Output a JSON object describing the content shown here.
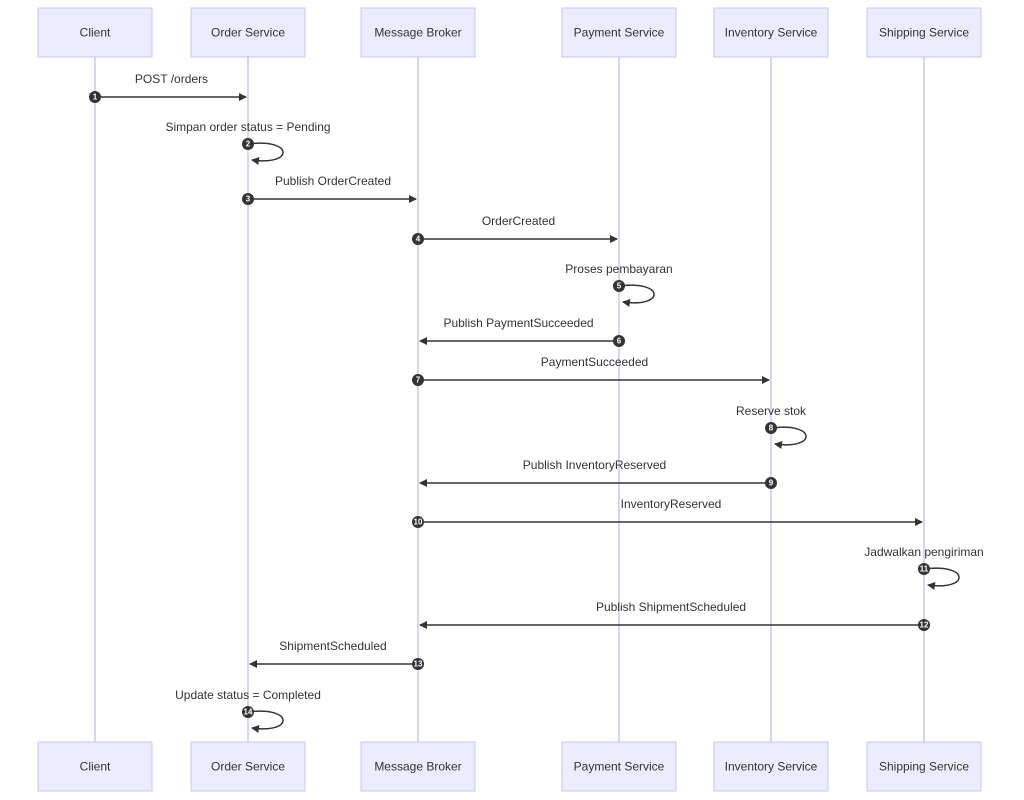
{
  "participants": [
    {
      "id": "client",
      "label": "Client"
    },
    {
      "id": "order",
      "label": "Order Service"
    },
    {
      "id": "broker",
      "label": "Message Broker"
    },
    {
      "id": "payment",
      "label": "Payment Service"
    },
    {
      "id": "inventory",
      "label": "Inventory Service"
    },
    {
      "id": "shipping",
      "label": "Shipping Service"
    }
  ],
  "messages": [
    {
      "n": "1",
      "from": "client",
      "to": "order",
      "label": "POST /orders"
    },
    {
      "n": "2",
      "from": "order",
      "to": "order",
      "label": "Simpan order status = Pending"
    },
    {
      "n": "3",
      "from": "order",
      "to": "broker",
      "label": "Publish OrderCreated"
    },
    {
      "n": "4",
      "from": "broker",
      "to": "payment",
      "label": "OrderCreated"
    },
    {
      "n": "5",
      "from": "payment",
      "to": "payment",
      "label": "Proses pembayaran"
    },
    {
      "n": "6",
      "from": "payment",
      "to": "broker",
      "label": "Publish PaymentSucceeded"
    },
    {
      "n": "7",
      "from": "broker",
      "to": "inventory",
      "label": "PaymentSucceeded"
    },
    {
      "n": "8",
      "from": "inventory",
      "to": "inventory",
      "label": "Reserve stok"
    },
    {
      "n": "9",
      "from": "inventory",
      "to": "broker",
      "label": "Publish InventoryReserved"
    },
    {
      "n": "10",
      "from": "broker",
      "to": "shipping",
      "label": "InventoryReserved"
    },
    {
      "n": "11",
      "from": "shipping",
      "to": "shipping",
      "label": "Jadwalkan pengiriman"
    },
    {
      "n": "12",
      "from": "shipping",
      "to": "broker",
      "label": "Publish ShipmentScheduled"
    },
    {
      "n": "13",
      "from": "broker",
      "to": "order",
      "label": "ShipmentScheduled"
    },
    {
      "n": "14",
      "from": "order",
      "to": "order",
      "label": "Update status = Completed"
    }
  ],
  "colors": {
    "actor_fill": "#ECECFF",
    "actor_border": "#c8c8f0",
    "line": "#333333",
    "lifeline": "#c8c8f0"
  }
}
